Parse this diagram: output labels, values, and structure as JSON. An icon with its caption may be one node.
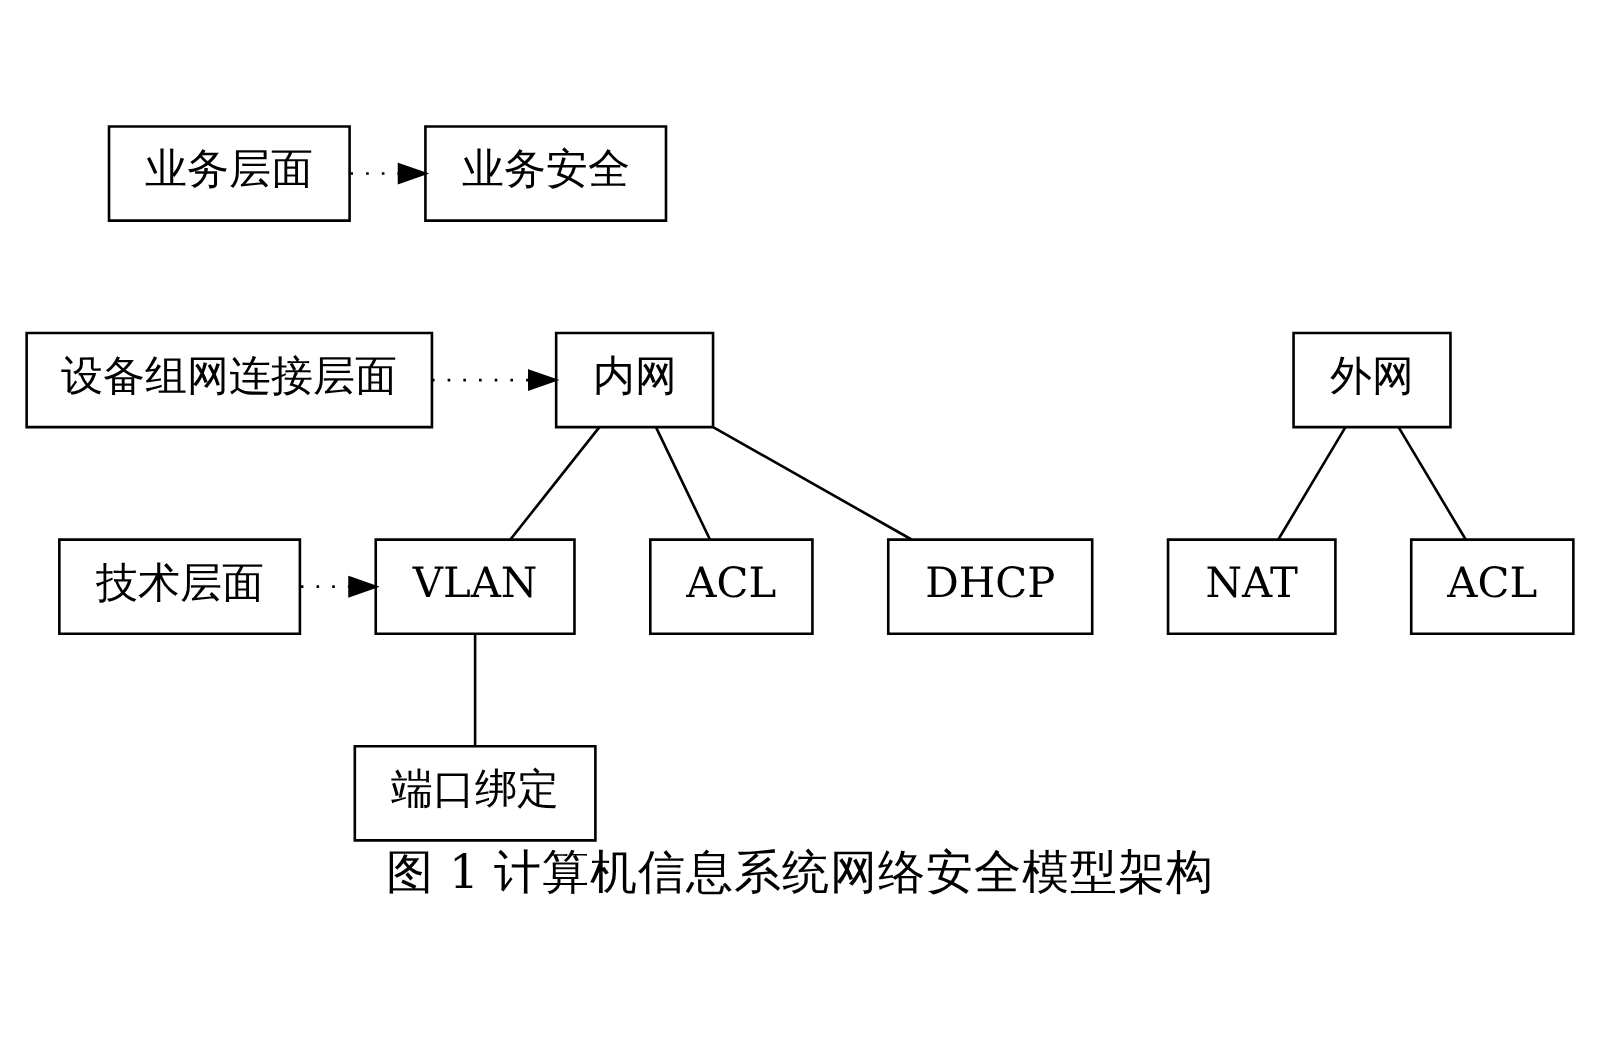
{
  "diagram": {
    "caption": "图 1 计算机信息系统网络安全模型架构",
    "nodes": [
      {
        "text": [
          "业务层面"
        ]
      },
      {
        "text": [
          "业务安全"
        ]
      },
      {
        "text": [
          "设备组网连接层面"
        ]
      },
      {
        "text": [
          "内网"
        ]
      },
      {
        "text": [
          "技术层面"
        ]
      },
      {
        "text": [
          "VLAN"
        ]
      },
      {
        "text": [
          "ACL"
        ]
      },
      {
        "text": [
          "DHCP"
        ]
      },
      {
        "text": [
          "外网"
        ]
      },
      {
        "text": [
          "NAT"
        ]
      },
      {
        "text": [
          "ACL"
        ]
      },
      {
        "text": [
          "端口绑定"
        ]
      }
    ],
    "edges": [
      {
        "from": 0,
        "to": 1,
        "arrow": "to",
        "style": "dashed"
      },
      {
        "from": 2,
        "to": 3,
        "arrow": "to",
        "style": "dashed"
      },
      {
        "from": 4,
        "to": 5,
        "arrow": "to",
        "style": "dashed"
      },
      {
        "from": 3,
        "to": 5,
        "arrow": "none"
      },
      {
        "from": 3,
        "to": 6,
        "arrow": "none"
      },
      {
        "from": 3,
        "to": 7,
        "arrow": "none"
      },
      {
        "from": 8,
        "to": 9,
        "arrow": "none"
      },
      {
        "from": 8,
        "to": 10,
        "arrow": "none"
      },
      {
        "from": 5,
        "to": 11,
        "arrow": "none"
      }
    ]
  }
}
